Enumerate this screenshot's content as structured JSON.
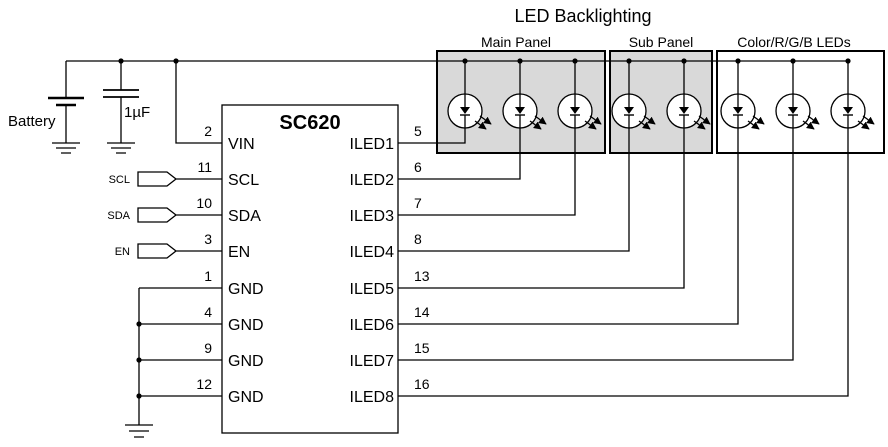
{
  "title": "LED Backlighting",
  "chip": {
    "name": "SC620",
    "left_pins": [
      {
        "num": "2",
        "name": "VIN"
      },
      {
        "num": "11",
        "name": "SCL"
      },
      {
        "num": "10",
        "name": "SDA"
      },
      {
        "num": "3",
        "name": "EN"
      },
      {
        "num": "1",
        "name": "GND"
      },
      {
        "num": "4",
        "name": "GND"
      },
      {
        "num": "9",
        "name": "GND"
      },
      {
        "num": "12",
        "name": "GND"
      }
    ],
    "right_pins": [
      {
        "num": "5",
        "name": "ILED1"
      },
      {
        "num": "6",
        "name": "ILED2"
      },
      {
        "num": "7",
        "name": "ILED3"
      },
      {
        "num": "8",
        "name": "ILED4"
      },
      {
        "num": "13",
        "name": "ILED5"
      },
      {
        "num": "14",
        "name": "ILED6"
      },
      {
        "num": "15",
        "name": "ILED7"
      },
      {
        "num": "16",
        "name": "ILED8"
      }
    ]
  },
  "inputs": [
    "SCL",
    "SDA",
    "EN"
  ],
  "battery_label": "Battery",
  "capacitor_label": "1µF",
  "panels": [
    {
      "label": "Main Panel",
      "leds": 3
    },
    {
      "label": "Sub Panel",
      "leds": 2
    },
    {
      "label": "Color/R/G/B LEDs",
      "leds": 3
    }
  ],
  "colors": {
    "panel_fill": "#d9d9d9",
    "line": "#000000"
  }
}
